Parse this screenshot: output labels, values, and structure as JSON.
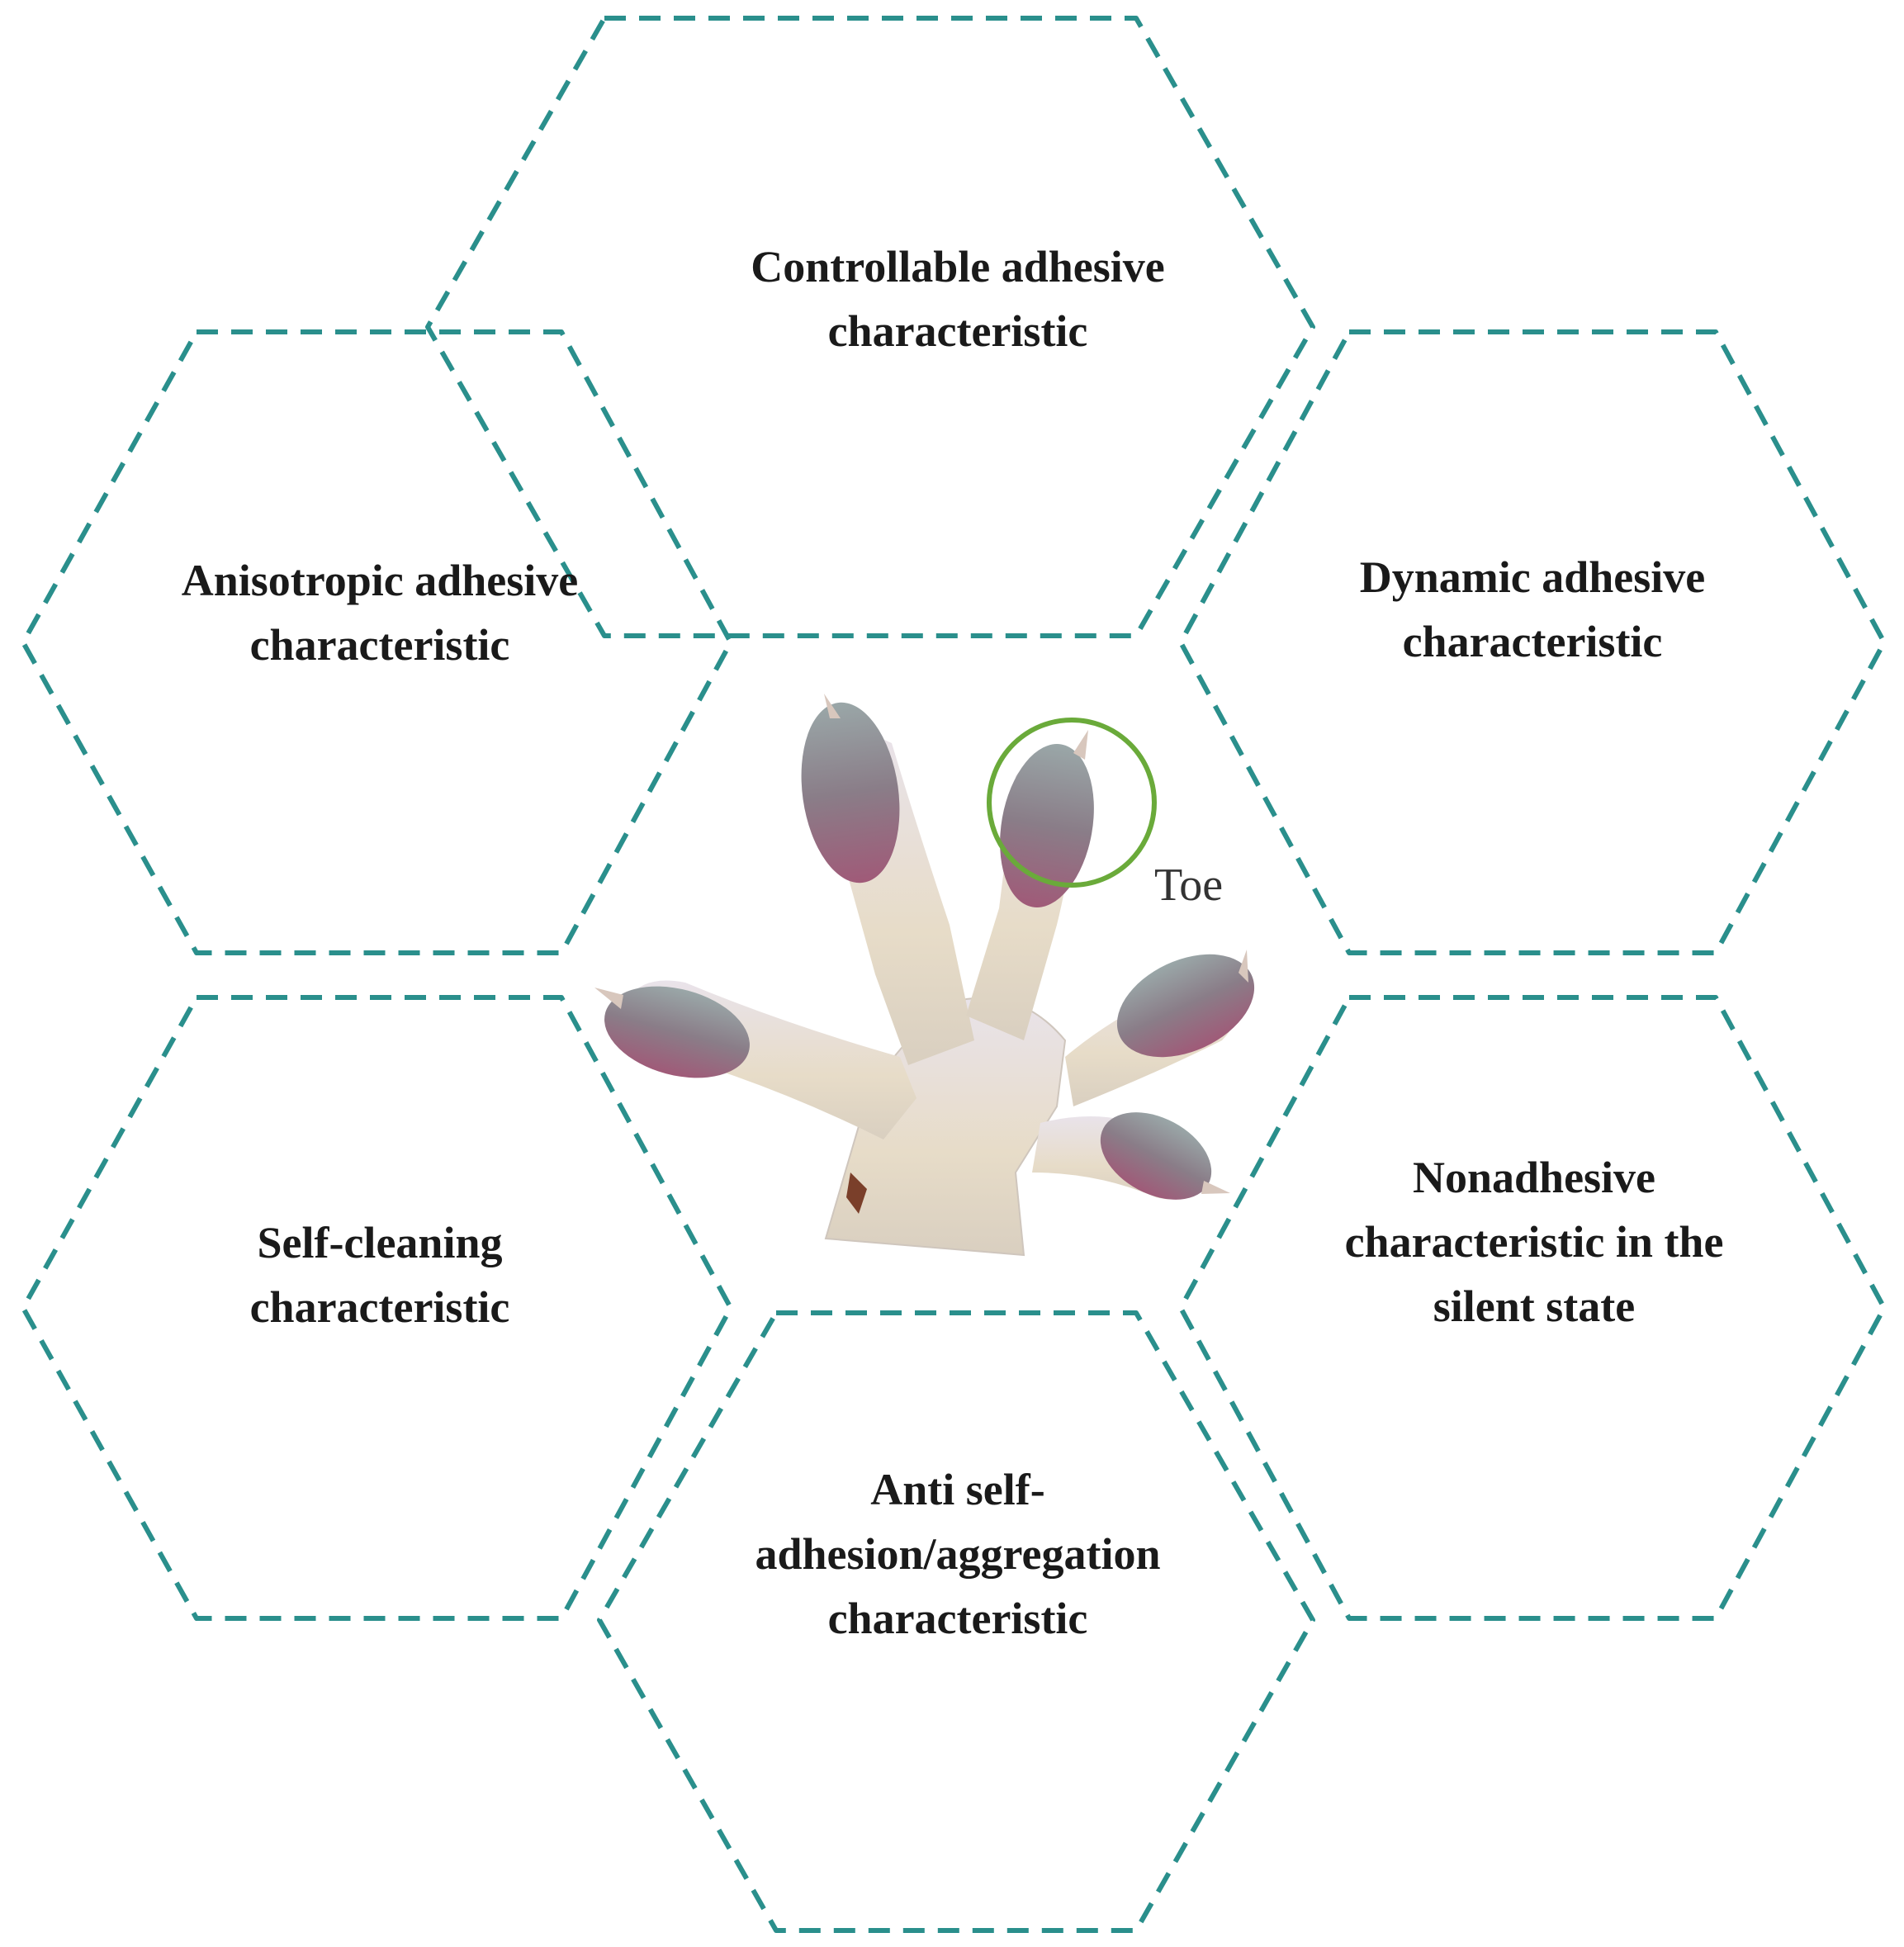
{
  "colors": {
    "hex_border": "#2a8f8c",
    "toe_circle": "#6aaa3a",
    "text": "#1a1a1a"
  },
  "center_image": {
    "icon": "gecko-foot-icon",
    "toe_label": "Toe"
  },
  "hexagons": [
    {
      "id": "top",
      "lines": [
        "Controllable adhesive",
        "characteristic"
      ]
    },
    {
      "id": "upper-left",
      "lines": [
        "Anisotropic adhesive",
        "characteristic"
      ]
    },
    {
      "id": "upper-right",
      "lines": [
        "Dynamic adhesive",
        "characteristic"
      ]
    },
    {
      "id": "lower-left",
      "lines": [
        "Self-cleaning",
        "characteristic"
      ]
    },
    {
      "id": "lower-right",
      "lines": [
        "Nonadhesive",
        "characteristic in the",
        "silent state"
      ]
    },
    {
      "id": "bottom",
      "lines": [
        "Anti self-",
        "adhesion/aggregation",
        "characteristic"
      ]
    }
  ]
}
